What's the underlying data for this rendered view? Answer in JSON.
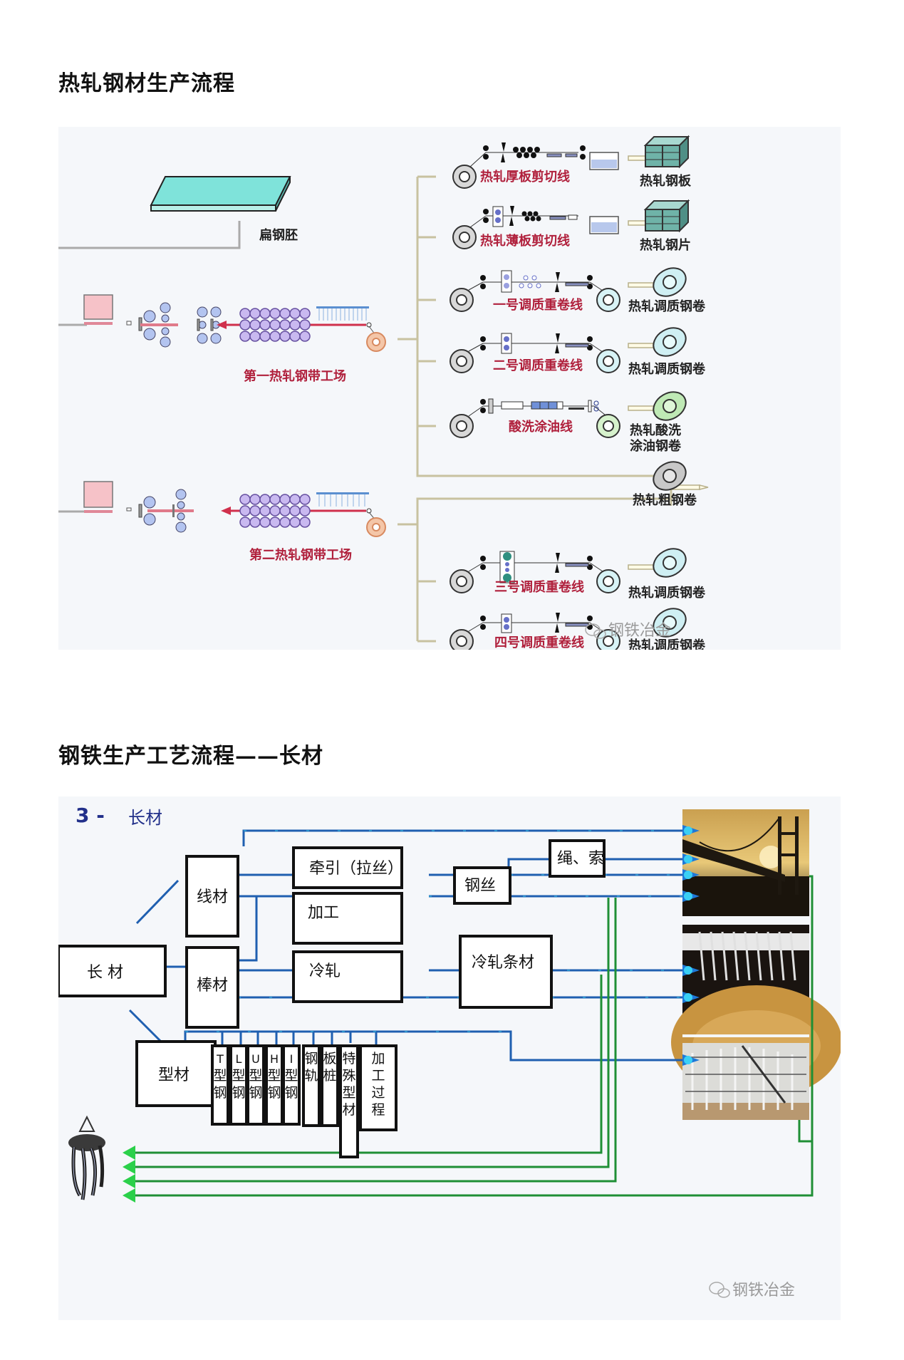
{
  "section1": {
    "title": "热轧钢材生产流程",
    "slab_label": "扁钢胚",
    "mill_1": "第一热轧钢带工场",
    "mill_2": "第二热轧钢带工场",
    "lines": [
      {
        "name": "热轧厚板剪切线",
        "product": "热轧钢板"
      },
      {
        "name": "热轧薄板剪切线",
        "product": "热轧钢片"
      },
      {
        "name": "一号调质重卷线",
        "product": "热轧调质钢卷"
      },
      {
        "name": "二号调质重卷线",
        "product": "热轧调质钢卷"
      },
      {
        "name": "酸洗涂油线",
        "product_line1": "热轧酸洗",
        "product_line2": "涂油钢卷"
      },
      {
        "name": "",
        "product": "热轧粗钢卷"
      },
      {
        "name": "三号调质重卷线",
        "product": "热轧调质钢卷"
      },
      {
        "name": "四号调质重卷线",
        "product": "热轧调质钢卷"
      }
    ],
    "watermark": "钢铁冶金"
  },
  "section2": {
    "title": "钢铁生产工艺流程——长材",
    "header_num": "3 -",
    "header_label": "长材",
    "boxes": {
      "long_products": "长 材",
      "wire_rod": "线材",
      "bar": "棒材",
      "sections": "型材",
      "drawing": "牵引（拉丝）",
      "processing": "加工",
      "cold_rolling": "冷轧",
      "cold_rolled_bar": "冷轧条材",
      "steel_wire": "钢丝",
      "rope": "绳、索"
    },
    "section_types": [
      {
        "top": "T",
        "chars": [
          "型",
          "钢"
        ]
      },
      {
        "top": "L",
        "chars": [
          "型",
          "钢"
        ]
      },
      {
        "top": "U",
        "chars": [
          "型",
          "钢"
        ]
      },
      {
        "top": "H",
        "chars": [
          "型",
          "钢"
        ]
      },
      {
        "top": "I",
        "chars": [
          "型",
          "钢"
        ]
      },
      {
        "top": "",
        "chars": [
          "钢",
          "轨"
        ]
      },
      {
        "top": "",
        "chars": [
          "板",
          "桩"
        ]
      },
      {
        "top": "",
        "chars": [
          "特",
          "殊",
          "型",
          "材"
        ]
      },
      {
        "top": "",
        "chars": [
          "加",
          "工",
          "过",
          "程"
        ]
      }
    ],
    "photos": [
      "bridge-photo",
      "gear-photo",
      "steel-structure-photo"
    ],
    "watermark": "钢铁冶金",
    "colors": {
      "flow_blue": "#1f5fb0",
      "glow_cyan": "#39d0f0",
      "recycle_green": "#1fa33a",
      "box_border": "#111111"
    }
  }
}
